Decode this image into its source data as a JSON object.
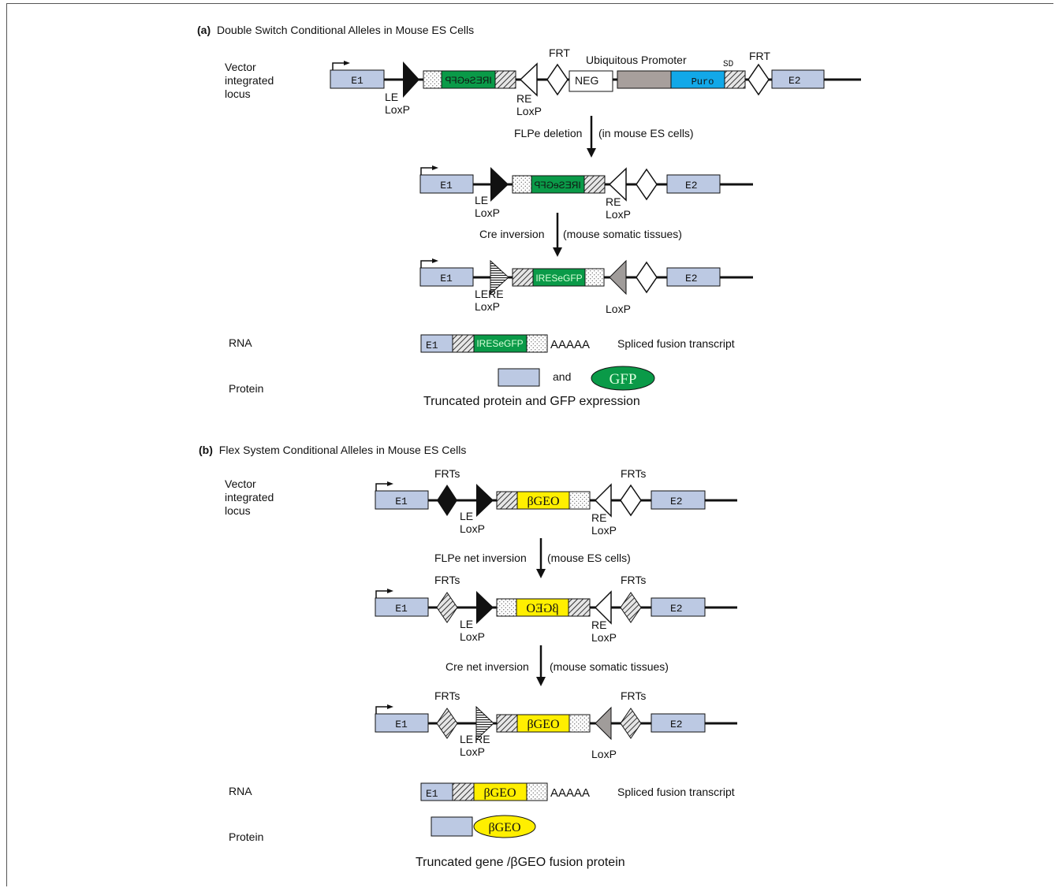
{
  "panel_a": {
    "heading_tag": "(a)",
    "heading_text": "Double Switch Conditional Alleles in Mouse ES Cells",
    "row_label_vector": [
      "Vector",
      "integrated",
      "locus"
    ],
    "e1": "E1",
    "e2": "E2",
    "le": "LE",
    "re": "RE",
    "loxp": "LoxP",
    "leRe": "LERE",
    "frt": "FRT",
    "ires_egfp": "IRESeGFP",
    "neg": "NEG",
    "ubiquitous_promoter": "Ubiquitous Promoter",
    "puro": "Puro",
    "sd": "SD",
    "step1_left": "FLPe deletion",
    "step1_right": "(in mouse ES cells)",
    "step2_left": "Cre inversion",
    "step2_right": "(mouse somatic tissues)",
    "rna_label": "RNA",
    "polya": "AAAAA",
    "rna_note": "Spliced fusion transcript",
    "protein_label": "Protein",
    "and": "and",
    "gfp": "GFP",
    "caption": "Truncated protein and GFP expression"
  },
  "panel_b": {
    "heading_tag": "(b)",
    "heading_text": "Flex System Conditional Alleles in Mouse ES Cells",
    "row_label_vector": [
      "Vector",
      "integrated",
      "locus"
    ],
    "e1": "E1",
    "e2": "E2",
    "frts": "FRTs",
    "le": "LE",
    "re": "RE",
    "loxp": "LoxP",
    "bgeo": "βGEO",
    "step1_left": "FLPe net inversion",
    "step1_right": "(mouse ES cells)",
    "step2_left": "Cre net inversion",
    "step2_right": "(mouse somatic tissues)",
    "rna_label": "RNA",
    "polya": "AAAAA",
    "rna_note": "Spliced fusion transcript",
    "protein_label": "Protein",
    "caption": "Truncated gene /βGEO fusion protein"
  },
  "colors": {
    "exon": "#bcc9e3",
    "gfp_green": "#0a9a48",
    "puro_blue": "#12a8e8",
    "bgeo_yellow": "#ffef00",
    "promoter_grey": "#a79f9c",
    "grey_triangle": "#a09c9a"
  }
}
